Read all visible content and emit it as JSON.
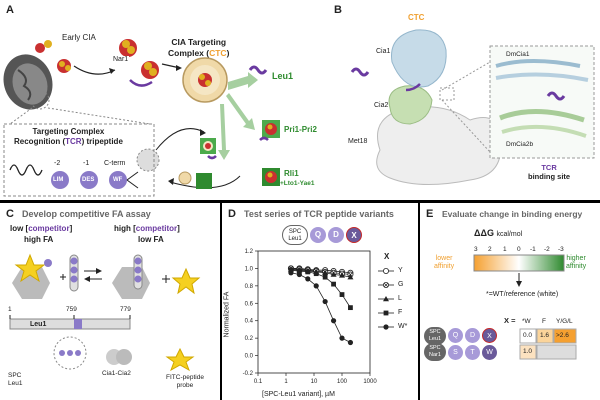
{
  "panelA": {
    "letter": "A",
    "early_cia": "Early CIA",
    "nar1": "Nar1",
    "ctc_title_1": "CIA Targeting",
    "ctc_title_2": "Complex (",
    "ctc_abbr": "CTC",
    "ctc_title_3": ")",
    "leu1": "Leu1",
    "pri": "Pri1-Pri2",
    "rli1": "Rli1",
    "lto": "+Lto1-Yae1",
    "tcr_title_1": "Targeting Complex",
    "tcr_title_2": "Recognition (",
    "tcr_abbr": "TCR",
    "tcr_title_3": ") tripeptide",
    "res_labels": [
      "-2",
      "-1",
      "C-term"
    ],
    "res_codes": [
      "LIM",
      "DES",
      "WF"
    ]
  },
  "panelB": {
    "letter": "B",
    "ctc": "CTC",
    "cia1": "Cia1",
    "cia2": "Cia2",
    "met18": "Met18",
    "dmcia1": "DmCia1",
    "dmcia2b": "DmCia2b",
    "tcr_site_1": "TCR",
    "tcr_site_2": "binding site"
  },
  "panelC": {
    "letter": "C",
    "heading": "Develop competitive FA assay",
    "low_prefix": "low [",
    "competitor": "competitor",
    "bracket_close": "]",
    "high_fa": "high FA",
    "high_prefix": "high [",
    "low_fa": "low FA",
    "bar_start": "1",
    "bar_n1": "759",
    "bar_n2": "779",
    "bar_label": "Leu1",
    "spc": "SPC",
    "spc_sub": "Leu1",
    "cia_label": "Cia1-Cia2",
    "probe_1": "FITC-peptide",
    "probe_2": "probe"
  },
  "panelD": {
    "letter": "D",
    "heading": "Test series of TCR peptide variants",
    "badge_1": "SPC",
    "badge_2": "Leu1",
    "pep": [
      "Q",
      "D",
      "X"
    ],
    "legend_title": "X",
    "legend": [
      "Y",
      "G",
      "L",
      "F",
      "W*"
    ]
  },
  "panelE": {
    "letter": "E",
    "heading": "Evaluate change in binding energy",
    "ddg": "ΔΔG",
    "unit": "kcal/mol",
    "ticks": [
      "3",
      "2",
      "1",
      "0",
      "-1",
      "-2",
      "-3"
    ],
    "lower_1": "lower",
    "lower_2": "affinity",
    "higher_1": "higher",
    "higher_2": "affinity",
    "note": "*=WT/reference (white)",
    "x_eq": "X =",
    "cols": [
      "*W",
      "F",
      "Y/G/L"
    ],
    "row1_badge": [
      "SPC",
      "Leu1"
    ],
    "row1_pep": [
      "Q",
      "D",
      "X"
    ],
    "row1_vals": [
      "0.0",
      "1.6",
      ">2.6"
    ],
    "row2_badge": [
      "SPC",
      "Nar1"
    ],
    "row2_pep": [
      "S",
      "T",
      "W"
    ],
    "row2_vals": [
      "1.0"
    ]
  },
  "chart_data": {
    "type": "scatter",
    "xlabel": "[SPC-Leu1 variant], µM",
    "ylabel": "Normalized FA",
    "xscale": "log",
    "xlim": [
      0.1,
      1000
    ],
    "ylim": [
      -0.2,
      1.2
    ],
    "xticks": [
      "0.1",
      "1",
      "10",
      "100",
      "1000"
    ],
    "yticks": [
      "-0.2",
      "0.0",
      "0.2",
      "0.4",
      "0.6",
      "0.8",
      "1.0",
      "1.2"
    ],
    "series": [
      {
        "name": "Y",
        "marker": "open-circle",
        "x": [
          1.5,
          3,
          6,
          12,
          25,
          50,
          100,
          200
        ],
        "y": [
          1.0,
          1.0,
          0.99,
          0.98,
          0.98,
          0.97,
          0.96,
          0.95
        ]
      },
      {
        "name": "G",
        "marker": "x-circle",
        "x": [
          1.5,
          3,
          6,
          12,
          25,
          50,
          100,
          200
        ],
        "y": [
          1.0,
          0.99,
          0.98,
          0.97,
          0.96,
          0.95,
          0.94,
          0.93
        ]
      },
      {
        "name": "L",
        "marker": "triangle",
        "x": [
          1.5,
          3,
          6,
          12,
          25,
          50,
          100,
          200
        ],
        "y": [
          0.99,
          0.98,
          0.97,
          0.96,
          0.95,
          0.93,
          0.92,
          0.9
        ]
      },
      {
        "name": "F",
        "marker": "square",
        "x": [
          1.5,
          3,
          6,
          12,
          25,
          50,
          100,
          200
        ],
        "y": [
          0.98,
          0.97,
          0.96,
          0.94,
          0.9,
          0.82,
          0.7,
          0.55
        ]
      },
      {
        "name": "W*",
        "marker": "filled-circle",
        "x": [
          1.5,
          3,
          6,
          12,
          25,
          50,
          100,
          200
        ],
        "y": [
          0.95,
          0.93,
          0.88,
          0.8,
          0.62,
          0.4,
          0.2,
          0.15
        ]
      }
    ]
  }
}
